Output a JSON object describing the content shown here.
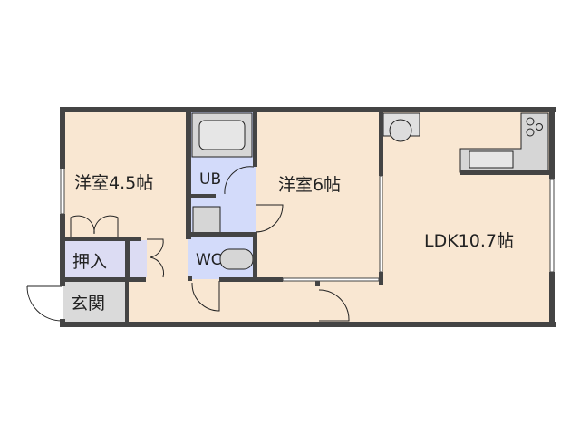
{
  "rooms": {
    "western_room_1": "洋室4.5帖",
    "western_room_2": "洋室6帖",
    "ldk": "LDK10.7帖",
    "unit_bath": "UB",
    "toilet": "WC",
    "closet": "押入",
    "entrance": "玄関"
  },
  "colors": {
    "floor": "#f9e7d2",
    "wet_area": "#d3dbfa",
    "closet": "#dcdcf3",
    "entrance": "#dadada",
    "wall": "#444444",
    "fixture": "#d6d6d6"
  }
}
